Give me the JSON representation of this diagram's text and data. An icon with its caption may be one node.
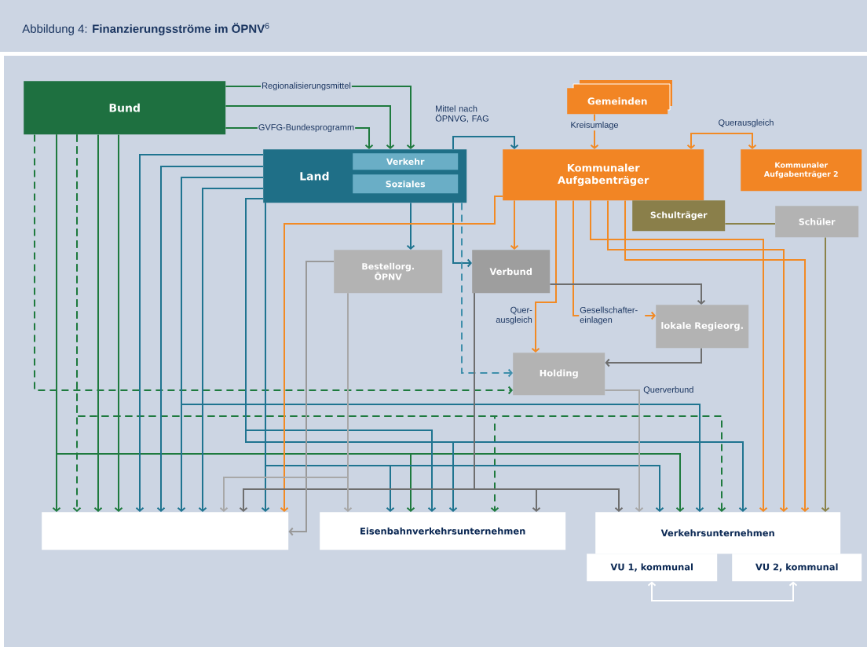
{
  "diagram": {
    "title": "Abbildung 4: **Finanzierungsströme im ÖPNV**$^{6}$",
    "nodes": [
      {
        "text": [
          "Bund"
        ]
      },
      {
        "text": [
          "Land"
        ]
      },
      {
        "text": [
          "Verkehr"
        ],
        "in": 1
      },
      {
        "text": [
          "Soziales"
        ],
        "in": 1
      },
      {
        "text": [
          "Gemeinden"
        ]
      },
      {
        "text": [
          "Kommunaler Aufgabenträger"
        ]
      },
      {
        "text": [
          "Kommunaler Aufgabenträger 2"
        ]
      },
      {
        "text": [
          "Schulträger"
        ]
      },
      {
        "text": [
          "Schüler"
        ]
      },
      {
        "text": [
          "Bestellorg. ÖPNV"
        ]
      },
      {
        "text": [
          "Verbund"
        ]
      },
      {
        "text": [
          "lokale Regieorg."
        ]
      },
      {
        "text": [
          "Holding"
        ]
      },
      {
        "text": [],
        "shape": "box"
      },
      {
        "text": [
          "Eisenbahnverkehrsunternehmen"
        ]
      },
      {
        "text": [
          "Verkehrsunternehmen"
        ]
      },
      {
        "text": [
          "VU 1, kommunal"
        ]
      },
      {
        "text": [
          "VU 2, kommunal"
        ]
      }
    ],
    "edges": [
      {
        "from": 0,
        "to": 1,
        "arrow": "to",
        "label": "Regionalisierungsmittel",
        "color": "#1e7a3e"
      },
      {
        "from": 0,
        "to": 1,
        "arrow": "to",
        "color": "#1e7a3e"
      },
      {
        "from": 0,
        "to": 1,
        "arrow": "to",
        "label": "GVFG-Bundesprogramm",
        "color": "#1e7a3e"
      },
      {
        "from": 0,
        "to": 13,
        "arrow": "to",
        "color": "#1e7a3e"
      },
      {
        "from": 0,
        "to": 13,
        "arrow": "to",
        "style": "dashed",
        "color": "#1e7a3e"
      },
      {
        "from": 0,
        "to": 13,
        "arrow": "to",
        "color": "#1e7a3e"
      },
      {
        "from": 0,
        "to": 13,
        "arrow": "to",
        "color": "#1e7a3e"
      },
      {
        "from": 0,
        "to": 12,
        "arrow": "to",
        "style": "dashed",
        "color": "#1e7a3e"
      },
      {
        "from": 0,
        "to": 14,
        "arrow": "to",
        "color": "#1e7a3e"
      },
      {
        "from": 0,
        "to": 15,
        "arrow": "to",
        "color": "#1e7a3e"
      },
      {
        "from": 0,
        "to": 14,
        "arrow": "to",
        "style": "dashed",
        "color": "#1e7a3e"
      },
      {
        "from": 0,
        "to": 15,
        "arrow": "to",
        "style": "dashed",
        "color": "#1e7a3e"
      },
      {
        "from": 1,
        "to": 13,
        "arrow": "to",
        "color": "#1f7490"
      },
      {
        "from": 1,
        "to": 13,
        "arrow": "to",
        "color": "#1f7490"
      },
      {
        "from": 1,
        "to": 13,
        "arrow": "to",
        "color": "#1f7490"
      },
      {
        "from": 1,
        "to": 13,
        "arrow": "to",
        "color": "#1f7490"
      },
      {
        "from": 1,
        "to": 13,
        "arrow": "to",
        "color": "#1f7490"
      },
      {
        "from": 1,
        "to": 14,
        "arrow": "to",
        "color": "#1f7490"
      },
      {
        "from": 1,
        "to": 14,
        "arrow": "to",
        "color": "#1f7490"
      },
      {
        "from": 1,
        "to": 14,
        "arrow": "to",
        "color": "#1f7490"
      },
      {
        "from": 1,
        "to": 15,
        "arrow": "to",
        "color": "#1f7490"
      },
      {
        "from": 1,
        "to": 15,
        "arrow": "to",
        "color": "#1f7490"
      },
      {
        "from": 1,
        "to": 15,
        "arrow": "to",
        "color": "#1f7490"
      },
      {
        "from": 1,
        "to": 9,
        "arrow": "to",
        "color": "#1f7490"
      },
      {
        "from": 1,
        "to": 10,
        "arrow": "to",
        "color": "#1f7490"
      },
      {
        "from": 1,
        "to": 12,
        "arrow": "to",
        "style": "dashed",
        "color": "#3f8fab"
      },
      {
        "from": 1,
        "to": 5,
        "arrow": "to",
        "label": "Mittel nach ÖPNVG, FAG",
        "color": "#1f7490"
      },
      {
        "from": 4,
        "to": 5,
        "arrow": "to",
        "label": "Kreisumlage",
        "color": "#f28a24"
      },
      {
        "from": 5,
        "to": 6,
        "arrow": "both",
        "label": "Querausgleich",
        "color": "#f28a24"
      },
      {
        "from": 5,
        "to": 10,
        "arrow": "to",
        "color": "#f28a24"
      },
      {
        "from": 5,
        "to": 12,
        "arrow": "to",
        "label": "Quer- ausgleich",
        "color": "#f28a24"
      },
      {
        "from": 5,
        "to": 11,
        "arrow": "to",
        "label": "Gesellschafter- einlagen",
        "color": "#f28a24"
      },
      {
        "from": 5,
        "to": 15,
        "arrow": "to",
        "color": "#f28a24"
      },
      {
        "from": 5,
        "to": 15,
        "arrow": "to",
        "color": "#f28a24"
      },
      {
        "from": 5,
        "to": 15,
        "arrow": "to",
        "color": "#f28a24"
      },
      {
        "from": 5,
        "to": 13,
        "arrow": "to",
        "color": "#f28a24"
      },
      {
        "from": 10,
        "to": 11,
        "arrow": "to",
        "color": "#6e6e6e"
      },
      {
        "from": 11,
        "to": 12,
        "arrow": "to",
        "color": "#6e6e6e"
      },
      {
        "from": 10,
        "to": 13,
        "arrow": "to",
        "color": "#6e6e6e"
      },
      {
        "from": 10,
        "to": 14,
        "arrow": "to",
        "color": "#6e6e6e"
      },
      {
        "from": 10,
        "to": 15,
        "arrow": "to",
        "color": "#6e6e6e"
      },
      {
        "from": 12,
        "to": 15,
        "arrow": "to",
        "label": "Querverbund",
        "color": "#a8a8a8"
      },
      {
        "from": 9,
        "to": 13,
        "arrow": "to",
        "color": "#999999"
      },
      {
        "from": 9,
        "to": 14,
        "arrow": "to",
        "color": "#a8a8a8"
      },
      {
        "from": 9,
        "to": 13,
        "arrow": "to",
        "color": "#a8a8a8"
      },
      {
        "from": 7,
        "to": 8,
        "arrow": "none",
        "color": "#8a8249"
      },
      {
        "from": 8,
        "to": 15,
        "arrow": "to",
        "color": "#8a8249"
      },
      {
        "from": 16,
        "to": 17,
        "arrow": "both",
        "color": "#ffffff"
      }
    ]
  }
}
